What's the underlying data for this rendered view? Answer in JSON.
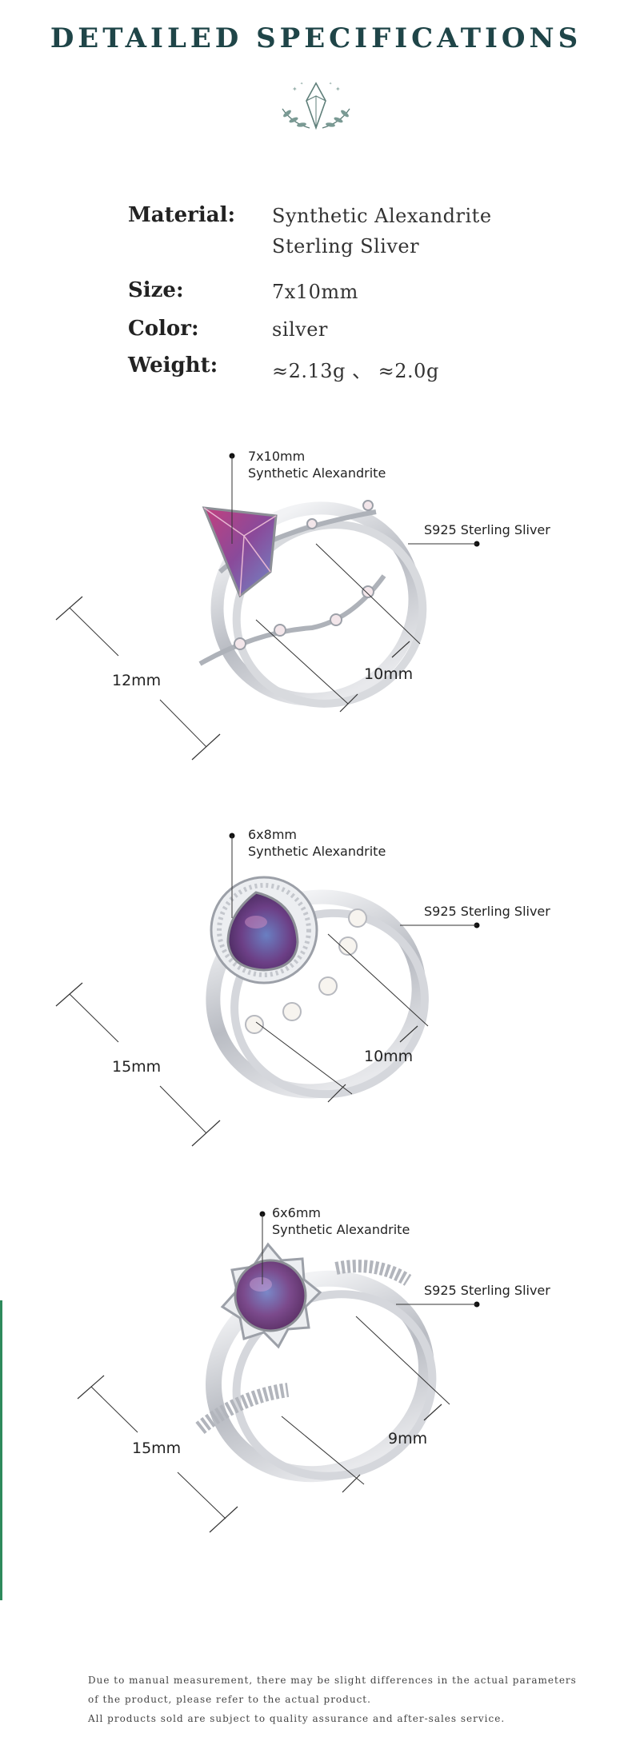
{
  "header": {
    "title": "DETAILED SPECIFICATIONS",
    "emblem_icon": "crystal-laurel-icon"
  },
  "specs": {
    "material_label": "Material:",
    "material_value_1": "Synthetic Alexandrite",
    "material_value_2": "Sterling Sliver",
    "size_label": "Size:",
    "size_value": "7x10mm",
    "color_label": "Color:",
    "color_value": "silver",
    "weight_label": "Weight:",
    "weight_value": "≈2.13g 、 ≈2.0g"
  },
  "rings": [
    {
      "stone_size": "7x10mm",
      "stone_name": "Synthetic Alexandrite",
      "band_material": "S925 Sterling Sliver",
      "height": "12mm",
      "width": "10mm",
      "stone_shape": "kite"
    },
    {
      "stone_size": "6x8mm",
      "stone_name": "Synthetic Alexandrite",
      "band_material": "S925 Sterling Sliver",
      "height": "15mm",
      "width": "10mm",
      "stone_shape": "pear"
    },
    {
      "stone_size": "6x6mm",
      "stone_name": "Synthetic Alexandrite",
      "band_material": "S925 Sterling Sliver",
      "height": "15mm",
      "width": "9mm",
      "stone_shape": "round"
    }
  ],
  "footer": {
    "line_1": "Due to manual measurement, there may be slight differences in the actual parameters",
    "line_2": "of the product, please refer to the actual product.",
    "line_3": "All products sold are subject to quality assurance and after-sales service."
  },
  "colors": {
    "title": "#1f4548",
    "stone_pink": "#b03a78",
    "stone_blue": "#6f7fc4",
    "silver": "#c9ccd2",
    "accent_green": "#2e8a5c"
  }
}
